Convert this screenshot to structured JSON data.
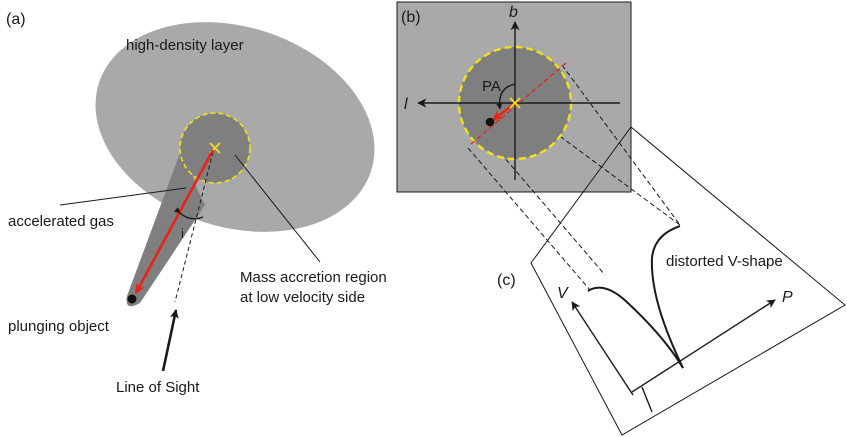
{
  "panels": {
    "a": "(a)",
    "b": "(b)",
    "c": "(c)"
  },
  "panel_a": {
    "high_density_layer": "high-density layer",
    "accelerated_gas": "accelerated gas",
    "mass_accretion_line1": "Mass accretion region",
    "mass_accretion_line2": "at low velocity side",
    "plunging_object": "plunging object",
    "line_of_sight": "Line of Sight",
    "angle_i": "i"
  },
  "panel_b": {
    "axis_b": "b",
    "axis_l": "l",
    "pa": "PA"
  },
  "panel_c": {
    "distorted_v_shape": "distorted V-shape",
    "axis_v": "V",
    "axis_p": "P"
  },
  "colors": {
    "gray_light": "#a9a9a9",
    "gray_dark": "#7f7f7f",
    "highlight_yellow": "#f2e01b",
    "arrow_red": "#e8231b",
    "ink": "#1a1a1a"
  }
}
